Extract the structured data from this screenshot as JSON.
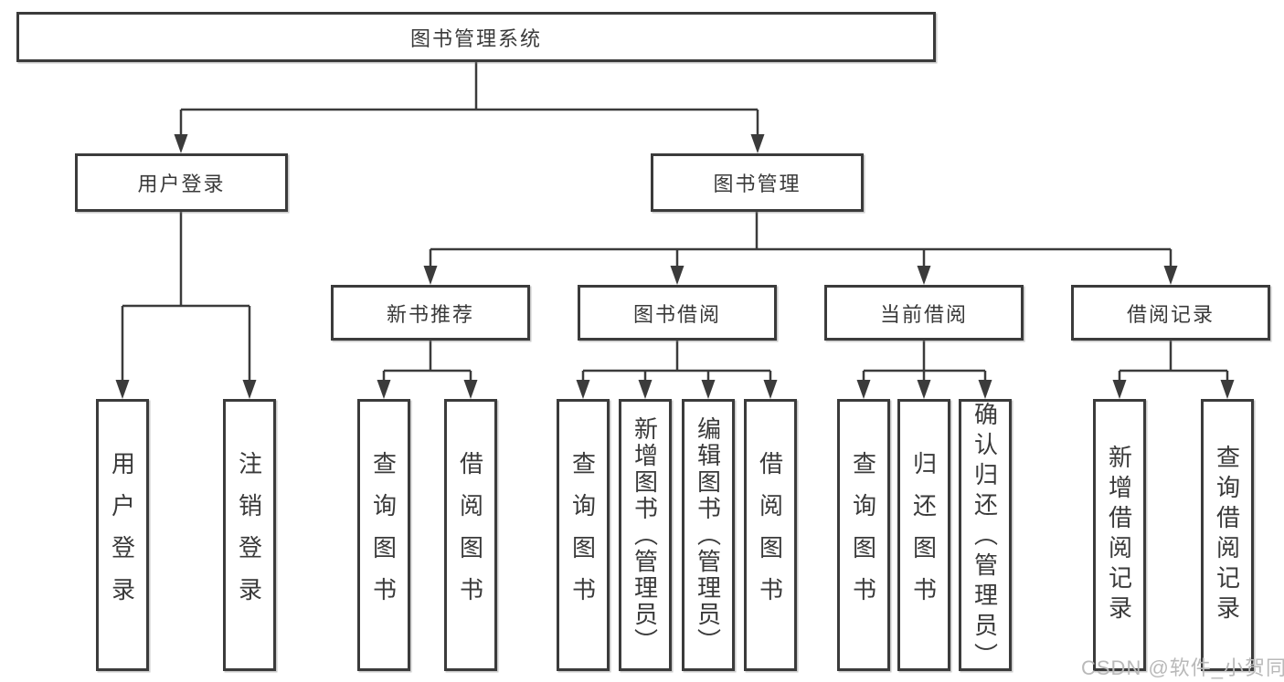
{
  "root_label": "图书管理系统",
  "nodes": {
    "user_login": {
      "label": "用户登录",
      "children": {
        "login": "用户登录",
        "logout": "注销登录"
      }
    },
    "book_mgmt": {
      "label": "图书管理"
    },
    "new_books": {
      "label": "新书推荐",
      "children": {
        "query": "查询图书",
        "borrow": "借阅图书"
      }
    },
    "borrowing": {
      "label": "图书借阅",
      "children": {
        "query": "查询图书",
        "add": "新增图书（管理员）",
        "edit": "编辑图书（管理员）",
        "borrow": "借阅图书"
      }
    },
    "current": {
      "label": "当前借阅",
      "children": {
        "query": "查询图书",
        "return": "归还图书",
        "confirm": "确认归还（管理员）"
      }
    },
    "records": {
      "label": "借阅记录",
      "children": {
        "add": "新增借阅记录",
        "query": "查询借阅记录"
      }
    }
  },
  "watermark": "CSDN @软件_小贺同学",
  "colors": {
    "line": "#3b3b3b",
    "text": "#3a3a3a",
    "box_fill": "#ffffff",
    "watermark": "#b9b9b9",
    "background": "#ffffff"
  }
}
